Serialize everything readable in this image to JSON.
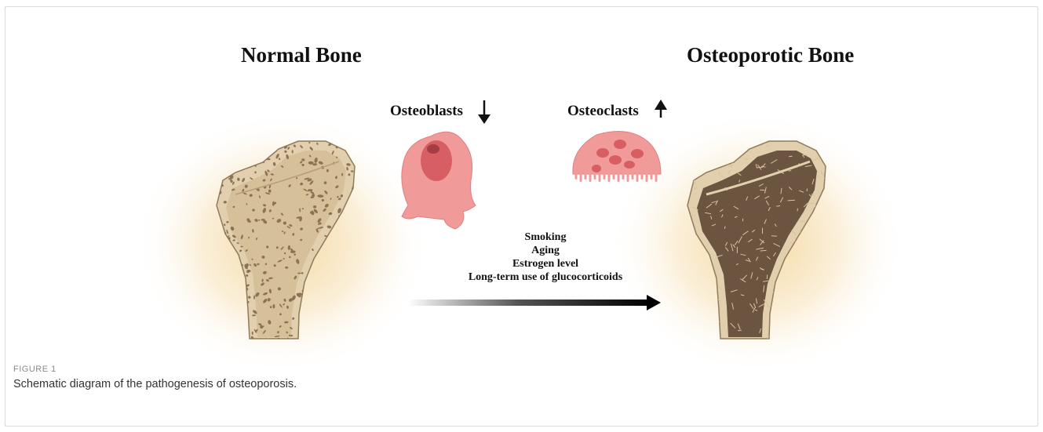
{
  "titles": {
    "left": "Normal Bone",
    "right": "Osteoporotic Bone"
  },
  "cells": {
    "osteoblasts": {
      "label": "Osteoblasts",
      "trend": "down",
      "trend_icon": "arrow-down-icon"
    },
    "osteoclasts": {
      "label": "Osteoclasts",
      "trend": "up",
      "trend_icon": "arrow-up-icon"
    }
  },
  "factors": [
    "Smoking",
    "Aging",
    "Estrogen level",
    "Long-term use of glucocorticoids"
  ],
  "caption": {
    "label": "FIGURE 1",
    "text": "Schematic diagram of the pathogenesis of osteoporosis."
  },
  "colors": {
    "bone_fill": "#e2cfae",
    "bone_outline": "#8f7b5a",
    "normal_trabeculae": "#8d7356",
    "porotic_trabeculae": "#6b5440",
    "cell_fill": "#f09a9a",
    "cell_nucleus": "#d75f63",
    "glow": "#f2cf8a"
  }
}
